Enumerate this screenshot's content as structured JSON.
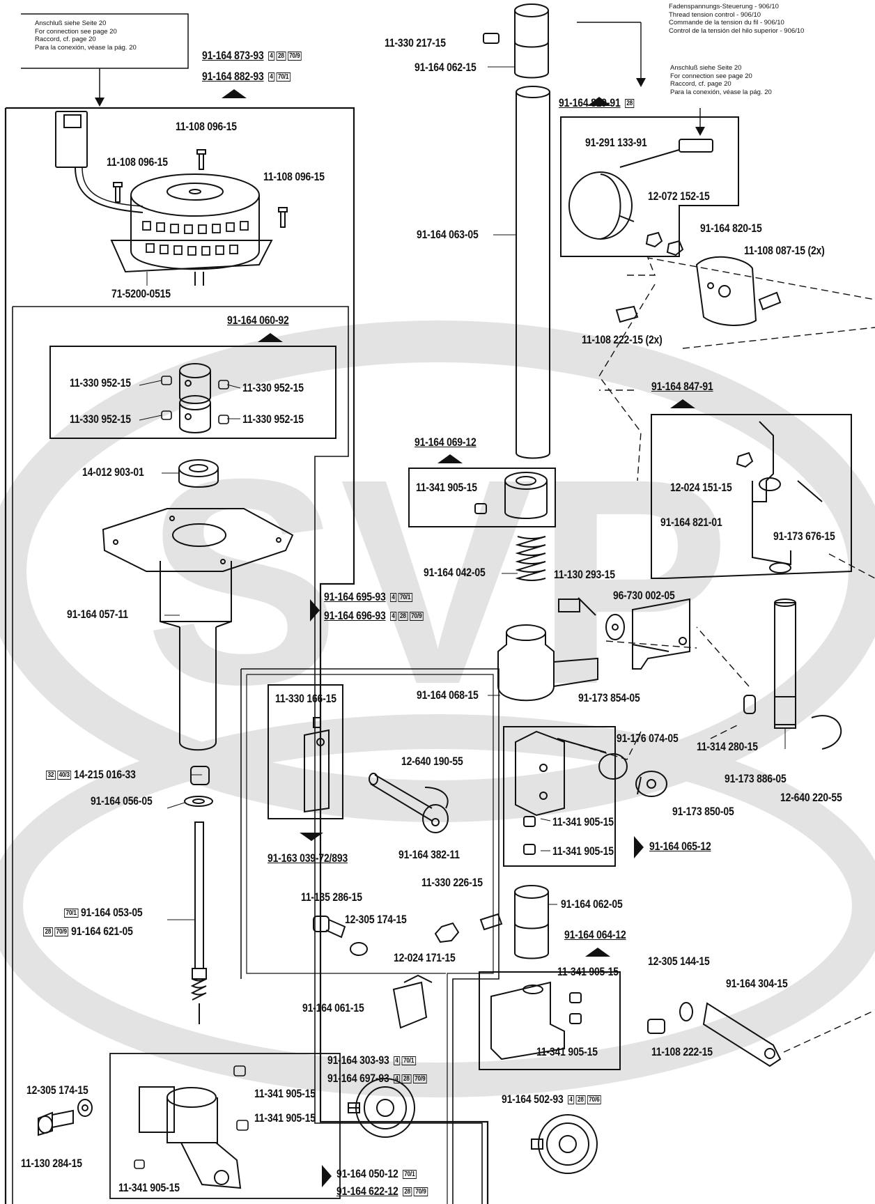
{
  "notes": {
    "connection_lines": [
      "Anschluß siehe Seite 20",
      "For connection  see page 20",
      "Raccord, cf. page 20",
      "Para la conexión, véase la pág. 20"
    ],
    "thread_tension_lines": [
      "Fadenspannungs-Steuerung  - 906/10",
      "Thread tension control - 906/10",
      "Commande de la tension du fil - 906/10",
      "Control de la tensión del hilo superior - 906/10"
    ],
    "connection2_lines": [
      "Anschluß siehe Seite 20",
      "For connection  see page 20",
      "Raccord, cf. page 20",
      "Para la conexión, véase la pág. 20"
    ]
  },
  "assemblies": {
    "motor_a": {
      "number": "91-164 873-93",
      "tags": [
        "4",
        "28",
        "70/9"
      ]
    },
    "motor_b": {
      "number": "91-164 882-93",
      "tags": [
        "4",
        "70/1"
      ]
    },
    "coupling": {
      "number": "91-164 060-92"
    },
    "tension": {
      "number": "91-164 819-91",
      "tags": [
        "28"
      ]
    },
    "bracket": {
      "number": "91-164 847-91"
    },
    "collar": {
      "number": "91-164 069-12"
    },
    "lifter_a": {
      "number": "91-164 695-93",
      "tags": [
        "4",
        "70/1"
      ]
    },
    "lifter_b": {
      "number": "91-164 696-93",
      "tags": [
        "4",
        "28",
        "70/9"
      ]
    },
    "block": {
      "number": "91-164 065-12"
    },
    "guide": {
      "number": "91-164 064-12"
    },
    "key": {
      "number": "91-163 039-72/893"
    },
    "foot_a": {
      "number": "91-164 050-12",
      "tags": [
        "70/1"
      ]
    },
    "foot_b": {
      "number": "91-164 622-12",
      "tags": [
        "28",
        "70/9"
      ]
    }
  },
  "labels": {
    "l_330217": "11-330 217-15",
    "l_062_15": "91-164 062-15",
    "l_063_05": "91-164 063-05",
    "l_108096a": "11-108 096-15",
    "l_108096b": "11-108 096-15",
    "l_108096c": "11-108 096-15",
    "l_motor": "71-5200-0515",
    "l_952a": "11-330 952-15",
    "l_952b": "11-330 952-15",
    "l_952c": "11-330 952-15",
    "l_952d": "11-330 952-15",
    "l_bearing": "14-012 903-01",
    "l_057": "91-164 057-11",
    "l_bushing": "14-215 016-33",
    "l_bushing_tags": [
      "32",
      "40/3"
    ],
    "l_056": "91-164 056-05",
    "l_053": "91-164 053-05",
    "l_053_tag": "70/1",
    "l_621": "91-164 621-05",
    "l_621_tags": [
      "28",
      "70/9"
    ],
    "l_305174a": "12-305 174-15",
    "l_130284": "11-130 284-15",
    "l_905_foot1": "11-341 905-15",
    "l_905_foot2": "11-341 905-15",
    "l_905_foot3": "11-341 905-15",
    "l_303": "91-164 303-93",
    "l_303_tags": [
      "4",
      "70/1"
    ],
    "l_697": "91-164 697-93",
    "l_697_tags": [
      "4",
      "28",
      "70/9"
    ],
    "l_502": "91-164 502-93",
    "l_502_tags": [
      "4",
      "28",
      "70/6"
    ],
    "l_291": "91-291 133-91",
    "l_072": "12-072 152-15",
    "l_820": "91-164 820-15",
    "l_087": "11-108 087-15 (2x)",
    "l_222a": "11-108 222-15 (2x)",
    "l_024151": "12-024 151-15",
    "l_821": "91-164 821-01",
    "l_676": "91-173 676-15",
    "l_905_collar": "11-341 905-15",
    "l_042": "91-164 042-05",
    "l_130293": "11-130 293-15",
    "l_96730": "96-730 002-05",
    "l_068": "91-164 068-15",
    "l_854": "91-173 854-05",
    "l_330166": "11-330 166-15",
    "l_640190": "12-640 190-55",
    "l_382": "91-164 382-11",
    "l_176": "91-176 074-05",
    "l_314": "11-314 280-15",
    "l_886": "91-173 886-05",
    "l_640220": "12-640 220-55",
    "l_850": "91-173 850-05",
    "l_905_blk1": "11-341 905-15",
    "l_905_blk2": "11-341 905-15",
    "l_330226": "11-330 226-15",
    "l_062_05": "91-164 062-05",
    "l_135286": "11-135 286-15",
    "l_305174b": "12-305 174-15",
    "l_024171": "12-024 171-15",
    "l_061": "91-164 061-15",
    "l_905_gd1": "11-341 905-15",
    "l_905_gd2": "11-341 905-15",
    "l_305144": "12-305 144-15",
    "l_304": "91-164 304-15",
    "l_222b": "11-108 222-15"
  }
}
